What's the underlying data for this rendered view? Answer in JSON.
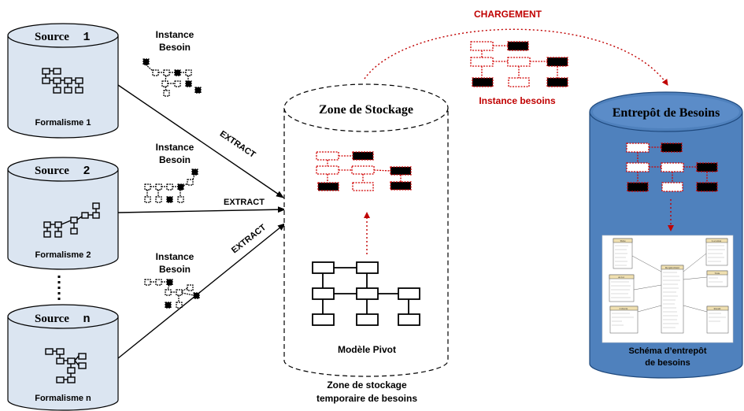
{
  "top_label": "CHARGEMENT",
  "sources": [
    {
      "title_word": "Source",
      "title_id": "1",
      "formalism": "Formalisme 1",
      "instance": [
        "Instance",
        "Besoin"
      ],
      "arrow_label": "EXTRACT"
    },
    {
      "title_word": "Source",
      "title_id": "2",
      "formalism": "Formalisme 2",
      "instance": [
        "Instance",
        "Besoin"
      ],
      "arrow_label": "EXTRACT"
    },
    {
      "title_word": "Source",
      "title_id": "n",
      "formalism": "Formalisme n",
      "instance": [
        "Instance",
        "Besoin"
      ],
      "arrow_label": "EXTRACT"
    }
  ],
  "staging": {
    "title": "Zone de Stockage",
    "model_label": "Modèle Pivot",
    "caption_line1": "Zone de stockage",
    "caption_line2": "temporaire de besoins"
  },
  "transfer_label": "Instance  besoins",
  "warehouse": {
    "title": "Entrepôt de Besoins",
    "schema_line1": "Schéma d’entrepôt",
    "schema_line2": "de besoins",
    "schema_tables": {
      "time": "Time",
      "location": "Location",
      "actor": "Actor",
      "requirement": "Requirement",
      "task": "Task",
      "criteria": "Criteria",
      "result": "Result"
    }
  },
  "colors": {
    "source_fill": "#dbe5f1",
    "warehouse_fill": "#4f81bd",
    "dotted_red": "#d00000",
    "dark_box": "#000000"
  }
}
